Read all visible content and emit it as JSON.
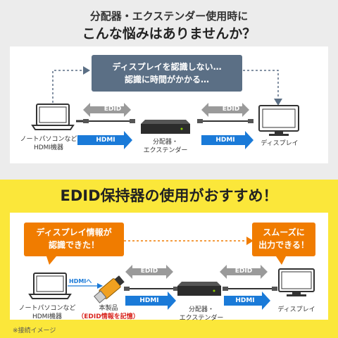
{
  "header": {
    "line1": "分配器・エクステンダー使用時に",
    "line2": "こんな悩みはありませんか？"
  },
  "problem": {
    "message_line1": "ディスプレイを認識しない…",
    "message_line2": "認識に時間がかかる…",
    "edid_left": "EDID",
    "edid_right": "EDID",
    "hdmi_left": "HDMI",
    "hdmi_right": "HDMI",
    "pc_label_line1": "ノートパソコンなど",
    "pc_label_line2": "HDMI機器",
    "splitter_label_line1": "分配器・",
    "splitter_label_line2": "エクステンダー",
    "display_label": "ディスプレイ"
  },
  "solution": {
    "headline": "EDID保持器の使用がおすすめ！",
    "left_bubble_line1": "ディスプレイ情報が",
    "left_bubble_line2": "認識できた！",
    "right_bubble_line1": "スムーズに",
    "right_bubble_line2": "出力できる！",
    "hdmi_to": "HDMIへ",
    "edid_left": "EDID",
    "edid_right": "EDID",
    "hdmi_left": "HDMI",
    "hdmi_right": "HDMI",
    "pc_label_line1": "ノートパソコンなど",
    "pc_label_line2": "HDMI機器",
    "product_label_line1": "本製品",
    "product_label_line2": "（EDID情報を記憶）",
    "splitter_label_line1": "分配器・",
    "splitter_label_line2": "エクステンダー",
    "display_label": "ディスプレイ"
  },
  "footnote": "※接続イメージ",
  "colors": {
    "yellow": "#fbe73a",
    "slate": "#5b6f85",
    "orange": "#f07c00",
    "blue": "#1a7ad8",
    "gray_arrow": "#9a9a9a"
  }
}
